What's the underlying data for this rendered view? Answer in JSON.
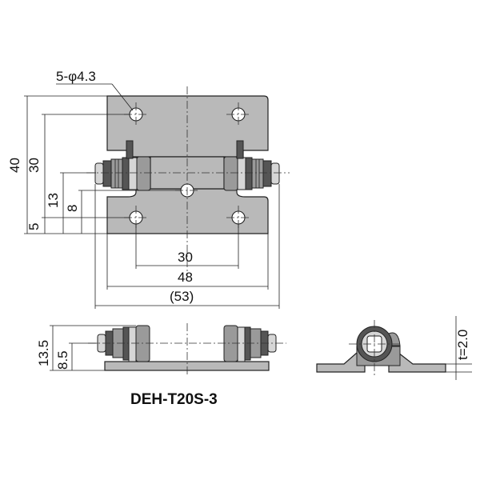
{
  "drawing": {
    "hole_callout": "5-φ4.3",
    "dims": {
      "overall_height": "40",
      "hole_pitch_vertical": "30",
      "offset_13": "13",
      "offset_8": "8",
      "offset_5": "5",
      "hole_pitch_horizontal": "30",
      "plate_width": "48",
      "overall_width": "(53)",
      "side_height_total": "13.5",
      "side_height_axis": "8.5",
      "thickness": "t=2.0"
    },
    "part_number": "DEH-T20S-3"
  }
}
